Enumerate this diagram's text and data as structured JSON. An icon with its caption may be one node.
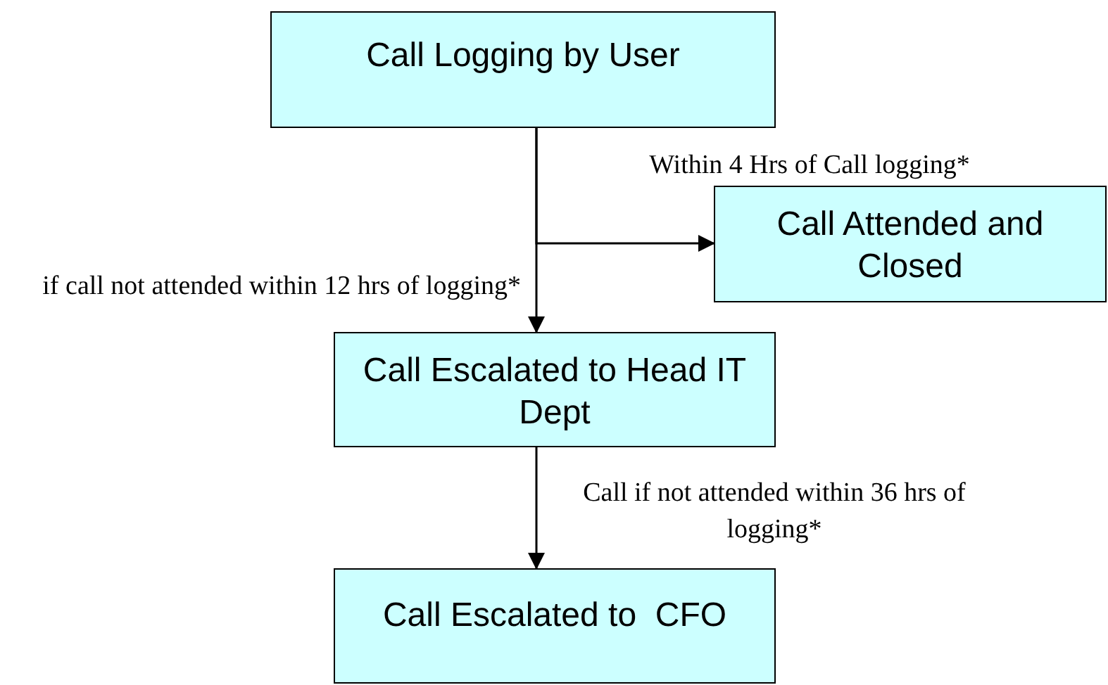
{
  "diagram": {
    "nodes": [
      {
        "text": [
          "Call Logging by User"
        ]
      },
      {
        "text": [
          "Call Attended and Closed"
        ]
      },
      {
        "text": [
          "Call Escalated to Head IT Dept"
        ]
      },
      {
        "text": [
          "Call Escalated to  CFO"
        ]
      }
    ],
    "edges": [
      {
        "from": 0,
        "to": 1,
        "arrow": "to",
        "label": "Within 4 Hrs of Call logging*"
      },
      {
        "from": 0,
        "to": 2,
        "arrow": "to",
        "label": "if call not attended within 12 hrs of logging*"
      },
      {
        "from": 2,
        "to": 3,
        "arrow": "to",
        "label": "Call if not attended within 36 hrs of logging*"
      }
    ]
  }
}
